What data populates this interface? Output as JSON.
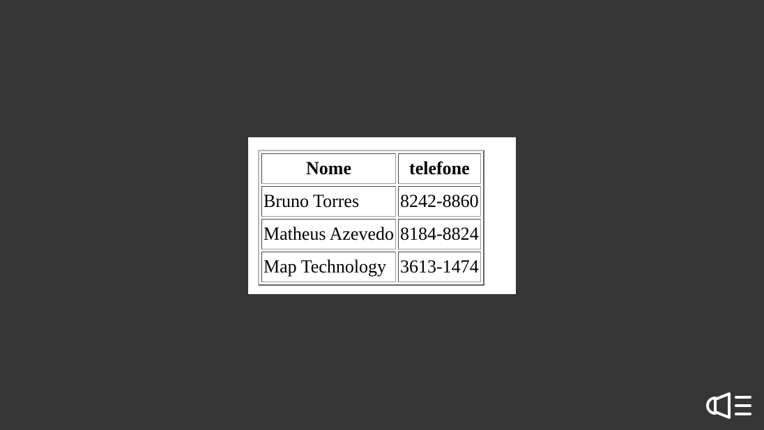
{
  "table": {
    "headers": [
      "Nome",
      "telefone"
    ],
    "rows": [
      [
        "Bruno Torres",
        "8242-8860"
      ],
      [
        "Matheus Azevedo",
        "8184-8824"
      ],
      [
        "Map Technology",
        "3613-1474"
      ]
    ]
  },
  "colors": {
    "background": "#363636",
    "panel": "#ffffff",
    "logo": "#ffffff"
  },
  "icons": {
    "corner_logo": "megaphone-logo-icon"
  }
}
